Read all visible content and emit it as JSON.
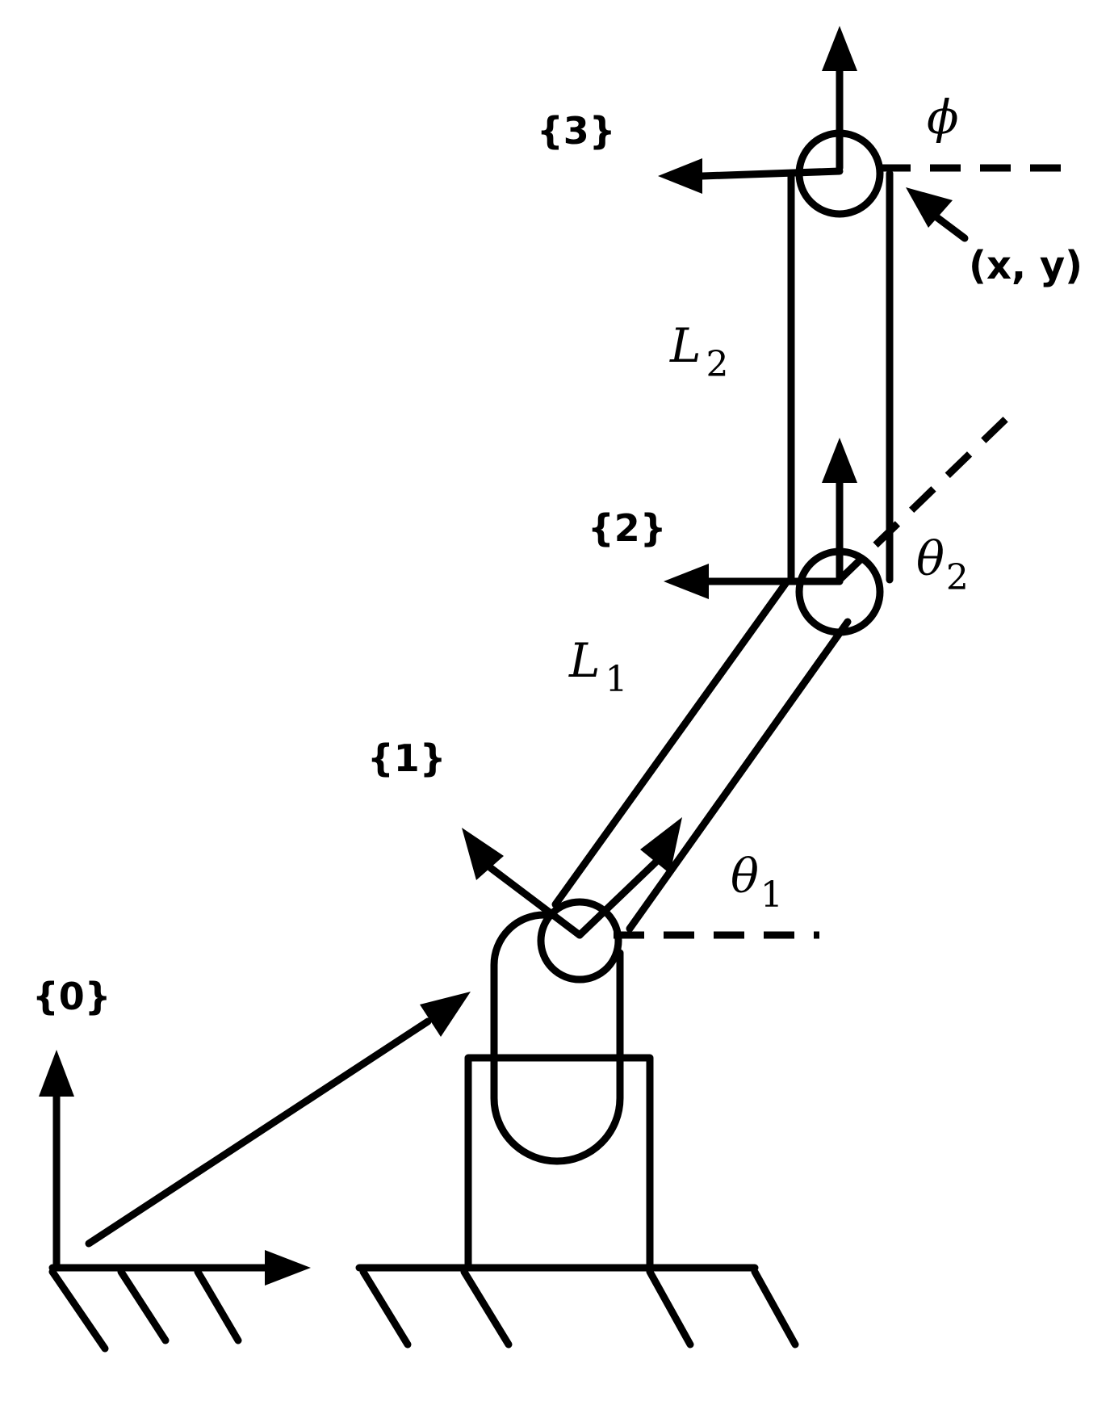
{
  "frames": {
    "f0": "{0}",
    "f1": "{1}",
    "f2": "{2}",
    "f3": "{3}"
  },
  "links": {
    "l1_symbol": "L",
    "l1_subscript": "1",
    "l2_symbol": "L",
    "l2_subscript": "2"
  },
  "angles": {
    "theta1_symbol": "θ",
    "theta1_subscript": "1",
    "theta2_symbol": "θ",
    "theta2_subscript": "2",
    "phi_symbol": "ϕ"
  },
  "end_effector": {
    "position_label": "(x, y)"
  }
}
